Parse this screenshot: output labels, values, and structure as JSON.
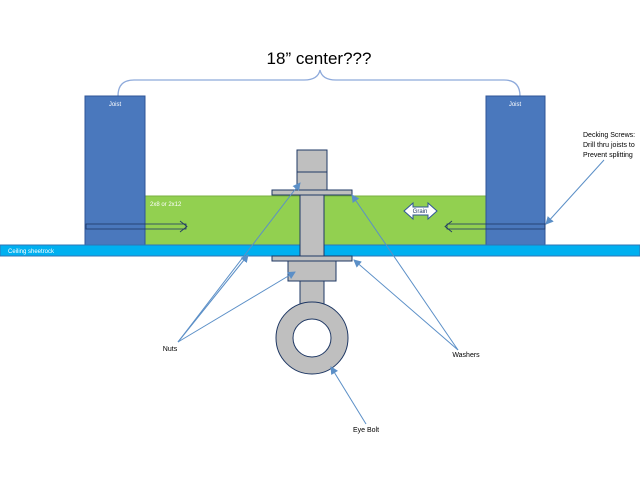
{
  "title": "18” center???",
  "joist_left_label": "Joist",
  "joist_right_label": "Joist",
  "block_label": "2x8 or 2x12",
  "grain_label": "Grain",
  "ceiling_label": "Ceiling sheetrock",
  "decking_note_line1": "Decking Screws:",
  "decking_note_line2": "Drill thru joists to",
  "decking_note_line3": "Prevent splitting",
  "nuts_label": "Nuts",
  "washers_label": "Washers",
  "eyebolt_label": "Eye Bolt",
  "colors": {
    "joist": "#4a78bd",
    "joist_stroke": "#2f5597",
    "block": "#92d050",
    "sheetrock": "#00b0f0",
    "bolt": "#bfbfbf",
    "line": "#5b8fc7"
  }
}
